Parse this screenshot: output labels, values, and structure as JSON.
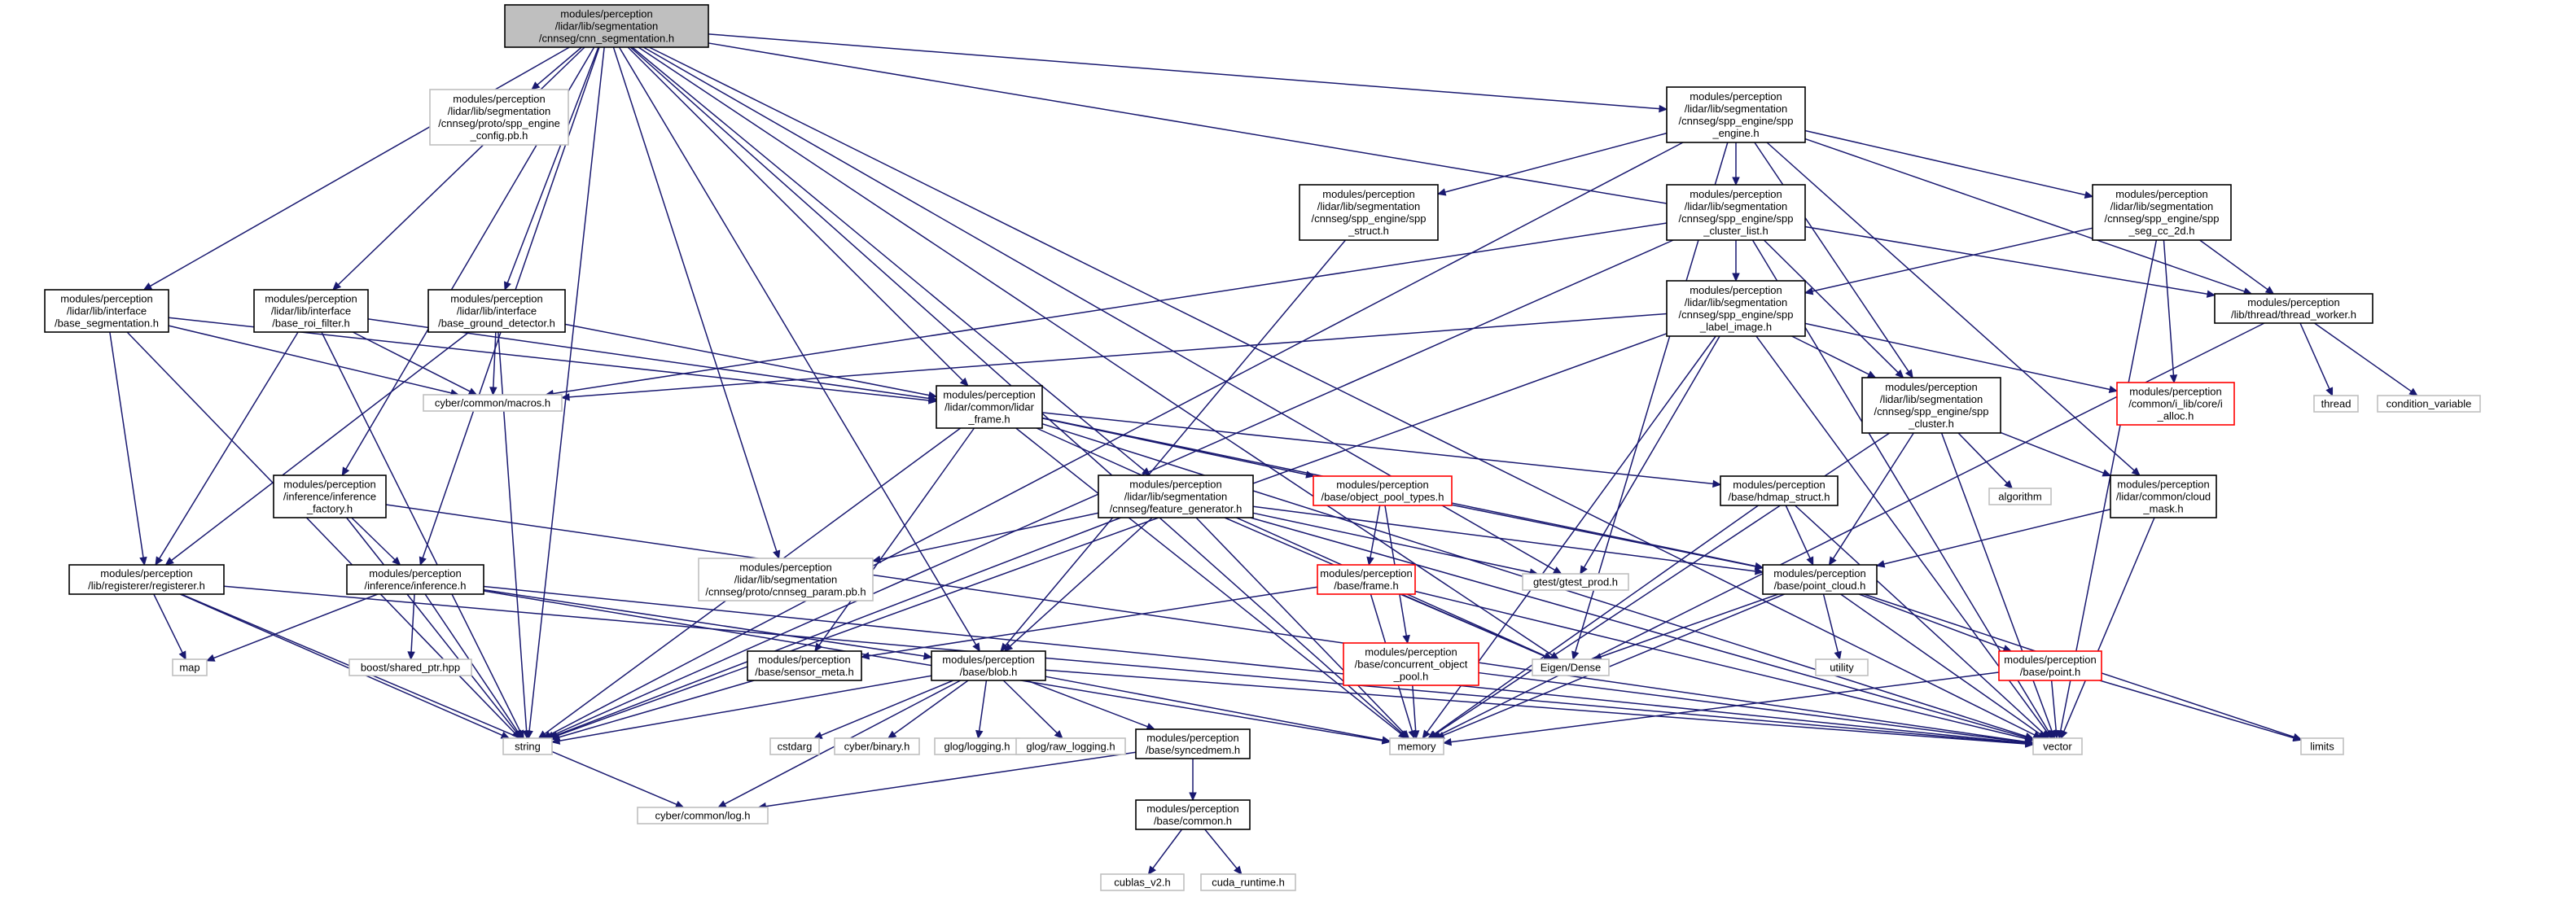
{
  "colors": {
    "edge": "#191970",
    "border_documented": "#000000",
    "border_external": "#bfbfbf",
    "border_undocumented": "#ff0000",
    "root_fill": "#bfbfbf"
  },
  "nodes": {
    "root": {
      "lines": [
        "modules/perception",
        "/lidar/lib/segmentation",
        "/cnnseg/cnn_segmentation.h"
      ],
      "kind": "root"
    },
    "spp_engine_config": {
      "lines": [
        "modules/perception",
        "/lidar/lib/segmentation",
        "/cnnseg/proto/spp_engine",
        "_config.pb.h"
      ],
      "kind": "external"
    },
    "spp_engine": {
      "lines": [
        "modules/perception",
        "/lidar/lib/segmentation",
        "/cnnseg/spp_engine/spp",
        "_engine.h"
      ],
      "kind": "documented"
    },
    "spp_struct": {
      "lines": [
        "modules/perception",
        "/lidar/lib/segmentation",
        "/cnnseg/spp_engine/spp",
        "_struct.h"
      ],
      "kind": "documented"
    },
    "spp_cluster_list": {
      "lines": [
        "modules/perception",
        "/lidar/lib/segmentation",
        "/cnnseg/spp_engine/spp",
        "_cluster_list.h"
      ],
      "kind": "documented"
    },
    "spp_seg_cc_2d": {
      "lines": [
        "modules/perception",
        "/lidar/lib/segmentation",
        "/cnnseg/spp_engine/spp",
        "_seg_cc_2d.h"
      ],
      "kind": "documented"
    },
    "spp_label_image": {
      "lines": [
        "modules/perception",
        "/lidar/lib/segmentation",
        "/cnnseg/spp_engine/spp",
        "_label_image.h"
      ],
      "kind": "documented"
    },
    "thread_worker": {
      "lines": [
        "modules/perception",
        "/lib/thread/thread_worker.h"
      ],
      "kind": "documented"
    },
    "base_segmentation": {
      "lines": [
        "modules/perception",
        "/lidar/lib/interface",
        "/base_segmentation.h"
      ],
      "kind": "documented"
    },
    "base_roi_filter": {
      "lines": [
        "modules/perception",
        "/lidar/lib/interface",
        "/base_roi_filter.h"
      ],
      "kind": "documented"
    },
    "base_ground_detector": {
      "lines": [
        "modules/perception",
        "/lidar/lib/interface",
        "/base_ground_detector.h"
      ],
      "kind": "documented"
    },
    "macros": {
      "lines": [
        "cyber/common/macros.h"
      ],
      "kind": "external"
    },
    "lidar_frame": {
      "lines": [
        "modules/perception",
        "/lidar/common/lidar",
        "_frame.h"
      ],
      "kind": "documented"
    },
    "i_alloc": {
      "lines": [
        "modules/perception",
        "/common/i_lib/core/i",
        "_alloc.h"
      ],
      "kind": "undocumented"
    },
    "thread": {
      "lines": [
        "thread"
      ],
      "kind": "external"
    },
    "condition_variable": {
      "lines": [
        "condition_variable"
      ],
      "kind": "external"
    },
    "spp_cluster": {
      "lines": [
        "modules/perception",
        "/lidar/lib/segmentation",
        "/cnnseg/spp_engine/spp",
        "_cluster.h"
      ],
      "kind": "documented"
    },
    "inference_factory": {
      "lines": [
        "modules/perception",
        "/inference/inference",
        "_factory.h"
      ],
      "kind": "documented"
    },
    "feature_generator": {
      "lines": [
        "modules/perception",
        "/lidar/lib/segmentation",
        "/cnnseg/feature_generator.h"
      ],
      "kind": "documented"
    },
    "object_pool_types": {
      "lines": [
        "modules/perception",
        "/base/object_pool_types.h"
      ],
      "kind": "undocumented"
    },
    "hdmap_struct": {
      "lines": [
        "modules/perception",
        "/base/hdmap_struct.h"
      ],
      "kind": "documented"
    },
    "algorithm": {
      "lines": [
        "algorithm"
      ],
      "kind": "external"
    },
    "cloud_mask": {
      "lines": [
        "modules/perception",
        "/lidar/common/cloud",
        "_mask.h"
      ],
      "kind": "documented"
    },
    "registerer": {
      "lines": [
        "modules/perception",
        "/lib/registerer/registerer.h"
      ],
      "kind": "documented"
    },
    "inference": {
      "lines": [
        "modules/perception",
        "/inference/inference.h"
      ],
      "kind": "documented"
    },
    "cnnseg_param": {
      "lines": [
        "modules/perception",
        "/lidar/lib/segmentation",
        "/cnnseg/proto/cnnseg_param.pb.h"
      ],
      "kind": "external"
    },
    "gtest_prod": {
      "lines": [
        "gtest/gtest_prod.h"
      ],
      "kind": "external"
    },
    "base_frame": {
      "lines": [
        "modules/perception",
        "/base/frame.h"
      ],
      "kind": "undocumented"
    },
    "point_cloud": {
      "lines": [
        "modules/perception",
        "/base/point_cloud.h"
      ],
      "kind": "documented"
    },
    "map": {
      "lines": [
        "map"
      ],
      "kind": "external"
    },
    "boost_shared_ptr": {
      "lines": [
        "boost/shared_ptr.hpp"
      ],
      "kind": "external"
    },
    "sensor_meta": {
      "lines": [
        "modules/perception",
        "/base/sensor_meta.h"
      ],
      "kind": "documented"
    },
    "blob": {
      "lines": [
        "modules/perception",
        "/base/blob.h"
      ],
      "kind": "documented"
    },
    "concurrent_object_pool": {
      "lines": [
        "modules/perception",
        "/base/concurrent_object",
        "_pool.h"
      ],
      "kind": "undocumented"
    },
    "eigen_dense": {
      "lines": [
        "Eigen/Dense"
      ],
      "kind": "external"
    },
    "utility": {
      "lines": [
        "utility"
      ],
      "kind": "external"
    },
    "point": {
      "lines": [
        "modules/perception",
        "/base/point.h"
      ],
      "kind": "undocumented"
    },
    "string": {
      "lines": [
        "string"
      ],
      "kind": "external"
    },
    "cstdarg": {
      "lines": [
        "cstdarg"
      ],
      "kind": "external"
    },
    "cyber_binary": {
      "lines": [
        "cyber/binary.h"
      ],
      "kind": "external"
    },
    "glog_logging": {
      "lines": [
        "glog/logging.h"
      ],
      "kind": "external"
    },
    "glog_raw_logging": {
      "lines": [
        "glog/raw_logging.h"
      ],
      "kind": "external"
    },
    "syncedmem": {
      "lines": [
        "modules/perception",
        "/base/syncedmem.h"
      ],
      "kind": "documented"
    },
    "memory": {
      "lines": [
        "memory"
      ],
      "kind": "external"
    },
    "vector": {
      "lines": [
        "vector"
      ],
      "kind": "external"
    },
    "limits": {
      "lines": [
        "limits"
      ],
      "kind": "external"
    },
    "cyber_log": {
      "lines": [
        "cyber/common/log.h"
      ],
      "kind": "external"
    },
    "base_common": {
      "lines": [
        "modules/perception",
        "/base/common.h"
      ],
      "kind": "documented"
    },
    "cublas": {
      "lines": [
        "cublas_v2.h"
      ],
      "kind": "external"
    },
    "cuda_runtime": {
      "lines": [
        "cuda_runtime.h"
      ],
      "kind": "external"
    }
  },
  "edges": [
    [
      "root",
      "string"
    ],
    [
      "root",
      "base_segmentation"
    ],
    [
      "root",
      "base_roi_filter"
    ],
    [
      "root",
      "inference_factory"
    ],
    [
      "root",
      "inference"
    ],
    [
      "root",
      "base_ground_detector"
    ],
    [
      "root",
      "spp_engine_config"
    ],
    [
      "root",
      "spp_engine"
    ],
    [
      "root",
      "thread_worker"
    ],
    [
      "root",
      "vector"
    ],
    [
      "root",
      "memory"
    ],
    [
      "root",
      "blob"
    ],
    [
      "root",
      "cnnseg_param"
    ],
    [
      "root",
      "feature_generator"
    ],
    [
      "root",
      "lidar_frame"
    ],
    [
      "root",
      "gtest_prod"
    ],
    [
      "root",
      "eigen_dense"
    ],
    [
      "spp_engine",
      "spp_struct"
    ],
    [
      "spp_engine",
      "spp_cluster_list"
    ],
    [
      "spp_engine",
      "spp_seg_cc_2d"
    ],
    [
      "spp_engine",
      "thread_worker"
    ],
    [
      "spp_engine",
      "string"
    ],
    [
      "spp_engine",
      "eigen_dense"
    ],
    [
      "spp_engine",
      "spp_cluster"
    ],
    [
      "spp_engine",
      "cloud_mask"
    ],
    [
      "spp_struct",
      "blob"
    ],
    [
      "spp_cluster_list",
      "spp_label_image"
    ],
    [
      "spp_cluster_list",
      "spp_cluster"
    ],
    [
      "spp_cluster_list",
      "macros"
    ],
    [
      "spp_cluster_list",
      "string"
    ],
    [
      "spp_cluster_list",
      "vector"
    ],
    [
      "spp_seg_cc_2d",
      "spp_label_image"
    ],
    [
      "spp_seg_cc_2d",
      "thread_worker"
    ],
    [
      "spp_seg_cc_2d",
      "i_alloc"
    ],
    [
      "spp_seg_cc_2d",
      "vector"
    ],
    [
      "spp_label_image",
      "spp_cluster"
    ],
    [
      "spp_label_image",
      "i_alloc"
    ],
    [
      "spp_label_image",
      "macros"
    ],
    [
      "spp_label_image",
      "string"
    ],
    [
      "spp_label_image",
      "memory"
    ],
    [
      "spp_label_image",
      "gtest_prod"
    ],
    [
      "spp_label_image",
      "vector"
    ],
    [
      "thread_worker",
      "thread"
    ],
    [
      "thread_worker",
      "condition_variable"
    ],
    [
      "thread_worker",
      "memory"
    ],
    [
      "spp_cluster",
      "algorithm"
    ],
    [
      "spp_cluster",
      "cloud_mask"
    ],
    [
      "spp_cluster",
      "point_cloud"
    ],
    [
      "spp_cluster",
      "memory"
    ],
    [
      "spp_cluster",
      "vector"
    ],
    [
      "base_segmentation",
      "macros"
    ],
    [
      "base_segmentation",
      "lidar_frame"
    ],
    [
      "base_segmentation",
      "registerer"
    ],
    [
      "base_segmentation",
      "string"
    ],
    [
      "base_roi_filter",
      "macros"
    ],
    [
      "base_roi_filter",
      "lidar_frame"
    ],
    [
      "base_roi_filter",
      "registerer"
    ],
    [
      "base_roi_filter",
      "string"
    ],
    [
      "base_ground_detector",
      "macros"
    ],
    [
      "base_ground_detector",
      "lidar_frame"
    ],
    [
      "base_ground_detector",
      "registerer"
    ],
    [
      "base_ground_detector",
      "string"
    ],
    [
      "lidar_frame",
      "object_pool_types"
    ],
    [
      "lidar_frame",
      "hdmap_struct"
    ],
    [
      "lidar_frame",
      "point_cloud"
    ],
    [
      "lidar_frame",
      "sensor_meta"
    ],
    [
      "lidar_frame",
      "eigen_dense"
    ],
    [
      "lidar_frame",
      "string"
    ],
    [
      "lidar_frame",
      "memory"
    ],
    [
      "lidar_frame",
      "vector"
    ],
    [
      "inference_factory",
      "inference"
    ],
    [
      "inference_factory",
      "string"
    ],
    [
      "inference_factory",
      "vector"
    ],
    [
      "inference",
      "map"
    ],
    [
      "inference",
      "boost_shared_ptr"
    ],
    [
      "inference",
      "string"
    ],
    [
      "inference",
      "blob"
    ],
    [
      "inference",
      "memory"
    ],
    [
      "inference",
      "vector"
    ],
    [
      "feature_generator",
      "cnnseg_param"
    ],
    [
      "feature_generator",
      "blob"
    ],
    [
      "feature_generator",
      "point_cloud"
    ],
    [
      "feature_generator",
      "gtest_prod"
    ],
    [
      "feature_generator",
      "string"
    ],
    [
      "feature_generator",
      "memory"
    ],
    [
      "feature_generator",
      "vector"
    ],
    [
      "feature_generator",
      "eigen_dense"
    ],
    [
      "object_pool_types",
      "base_frame"
    ],
    [
      "object_pool_types",
      "concurrent_object_pool"
    ],
    [
      "object_pool_types",
      "point_cloud"
    ],
    [
      "base_frame",
      "sensor_meta"
    ],
    [
      "base_frame",
      "eigen_dense"
    ],
    [
      "base_frame",
      "memory"
    ],
    [
      "base_frame",
      "vector"
    ],
    [
      "hdmap_struct",
      "point_cloud"
    ],
    [
      "hdmap_struct",
      "memory"
    ],
    [
      "hdmap_struct",
      "vector"
    ],
    [
      "cloud_mask",
      "point_cloud"
    ],
    [
      "cloud_mask",
      "vector"
    ],
    [
      "registerer",
      "map"
    ],
    [
      "registerer",
      "string"
    ],
    [
      "registerer",
      "vector"
    ],
    [
      "registerer",
      "cyber_log"
    ],
    [
      "point_cloud",
      "eigen_dense"
    ],
    [
      "point_cloud",
      "utility"
    ],
    [
      "point_cloud",
      "point"
    ],
    [
      "point_cloud",
      "memory"
    ],
    [
      "point_cloud",
      "vector"
    ],
    [
      "point_cloud",
      "limits"
    ],
    [
      "point",
      "limits"
    ],
    [
      "point",
      "memory"
    ],
    [
      "point",
      "vector"
    ],
    [
      "concurrent_object_pool",
      "memory"
    ],
    [
      "concurrent_object_pool",
      "vector"
    ],
    [
      "sensor_meta",
      "string"
    ],
    [
      "blob",
      "cstdarg"
    ],
    [
      "blob",
      "cyber_binary"
    ],
    [
      "blob",
      "glog_logging"
    ],
    [
      "blob",
      "glog_raw_logging"
    ],
    [
      "blob",
      "syncedmem"
    ],
    [
      "blob",
      "memory"
    ],
    [
      "blob",
      "vector"
    ],
    [
      "blob",
      "string"
    ],
    [
      "blob",
      "cyber_log"
    ],
    [
      "syncedmem",
      "base_common"
    ],
    [
      "syncedmem",
      "cyber_log"
    ],
    [
      "base_common",
      "cublas"
    ],
    [
      "base_common",
      "cuda_runtime"
    ]
  ]
}
